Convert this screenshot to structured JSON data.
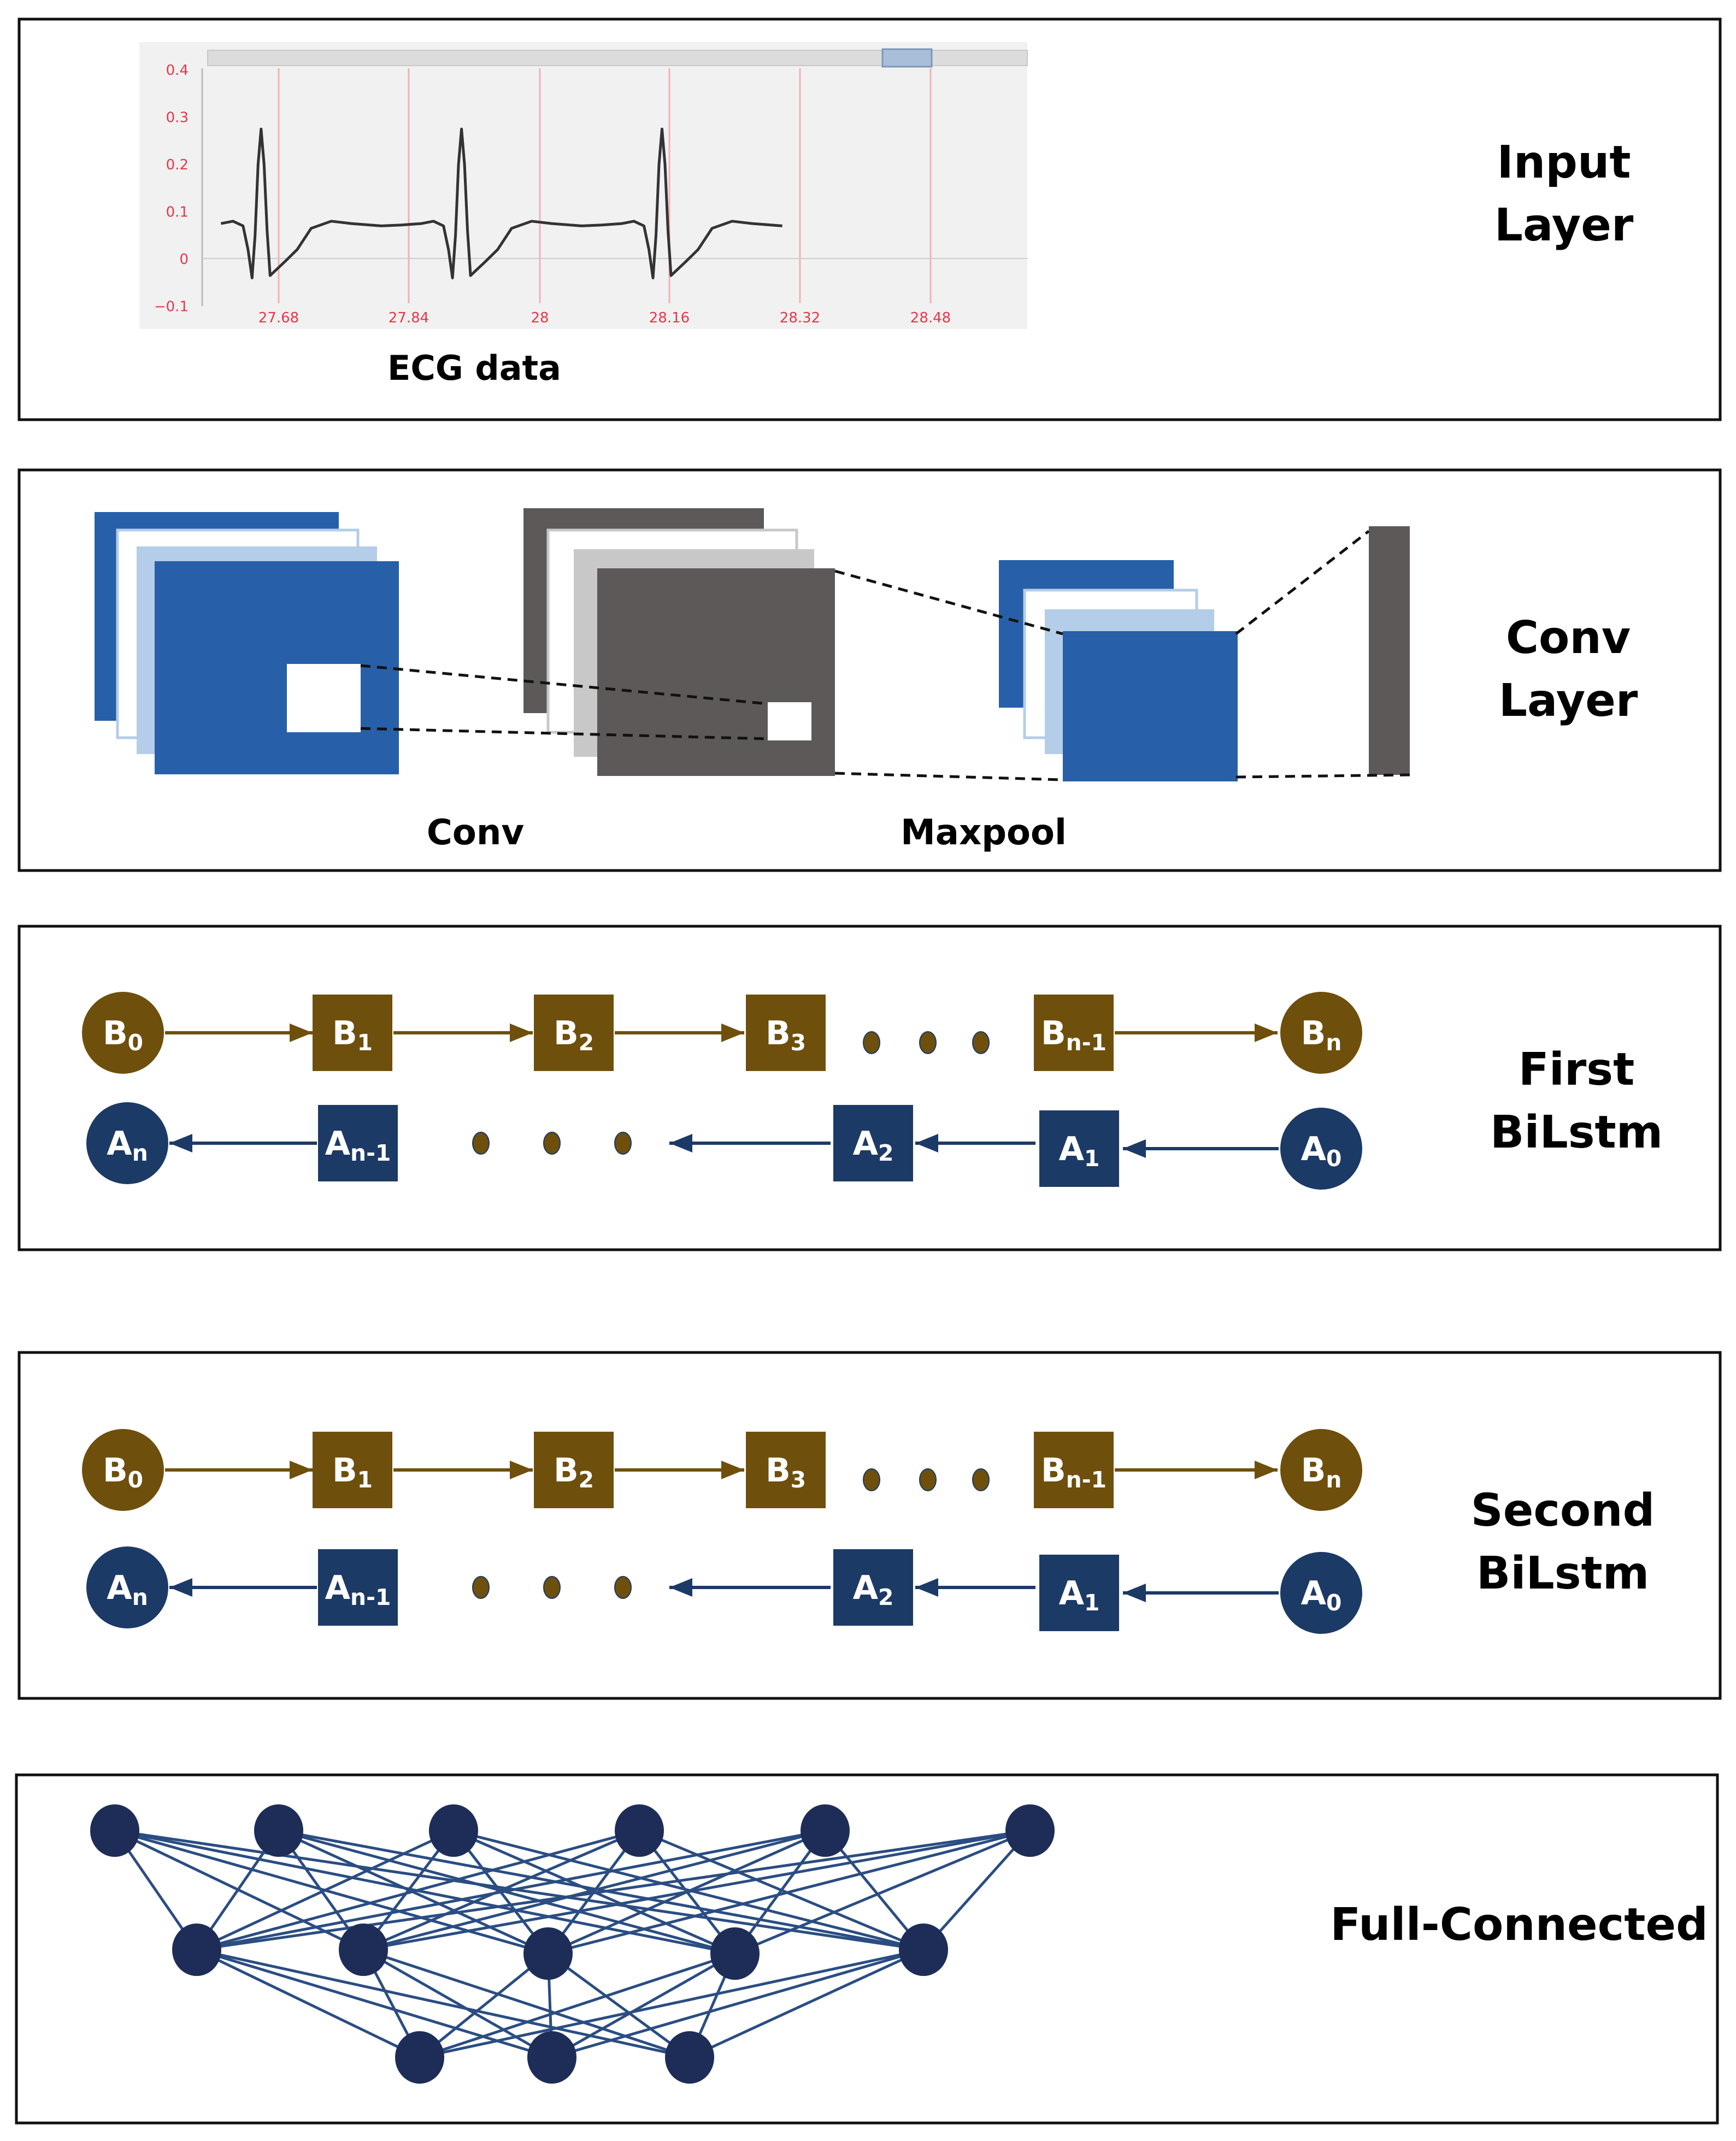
{
  "panels": {
    "input": {
      "title_lines": [
        "Input",
        "Layer"
      ],
      "caption": "ECG data",
      "y_ticks": [
        "0.4",
        "0.3",
        "0.2",
        "0.1",
        "0",
        "−0.1"
      ],
      "x_ticks": [
        "27.68",
        "27.84",
        "28",
        "28.16",
        "28.32",
        "28.48"
      ]
    },
    "conv": {
      "title_lines": [
        "Conv",
        "Layer"
      ],
      "conv_caption": "Conv",
      "pool_caption": "Maxpool"
    },
    "first_bilstm": {
      "title_lines": [
        "First",
        "BiLstm"
      ]
    },
    "second_bilstm": {
      "title_lines": [
        "Second",
        "BiLstm"
      ]
    },
    "fc": {
      "title": "Full-Connected"
    }
  },
  "bilstm_nodes": {
    "b": [
      {
        "base": "B",
        "sub": "0",
        "shape": "circle"
      },
      {
        "base": "B",
        "sub": "1",
        "shape": "square"
      },
      {
        "base": "B",
        "sub": "2",
        "shape": "square"
      },
      {
        "base": "B",
        "sub": "3",
        "shape": "square"
      },
      {
        "base": "B",
        "sub": "n-1",
        "shape": "square"
      },
      {
        "base": "B",
        "sub": "n",
        "shape": "circle"
      }
    ],
    "a": [
      {
        "base": "A",
        "sub": "n",
        "shape": "circle"
      },
      {
        "base": "A",
        "sub": "n-1",
        "shape": "square"
      },
      {
        "base": "A",
        "sub": "2",
        "shape": "square"
      },
      {
        "base": "A",
        "sub": "1",
        "shape": "square"
      },
      {
        "base": "A",
        "sub": "0",
        "shape": "circle"
      }
    ]
  },
  "colors": {
    "forward": "#6e4f0c",
    "backward": "#1c3a66",
    "conv_blue": "#2760a8",
    "conv_light": "#b4cde8",
    "conv_gray": "#5d5959",
    "conv_silver": "#c8c8c8",
    "fc_node": "#1e2d57",
    "fc_edge": "#2a4d82",
    "ecg_line": "#333333"
  }
}
